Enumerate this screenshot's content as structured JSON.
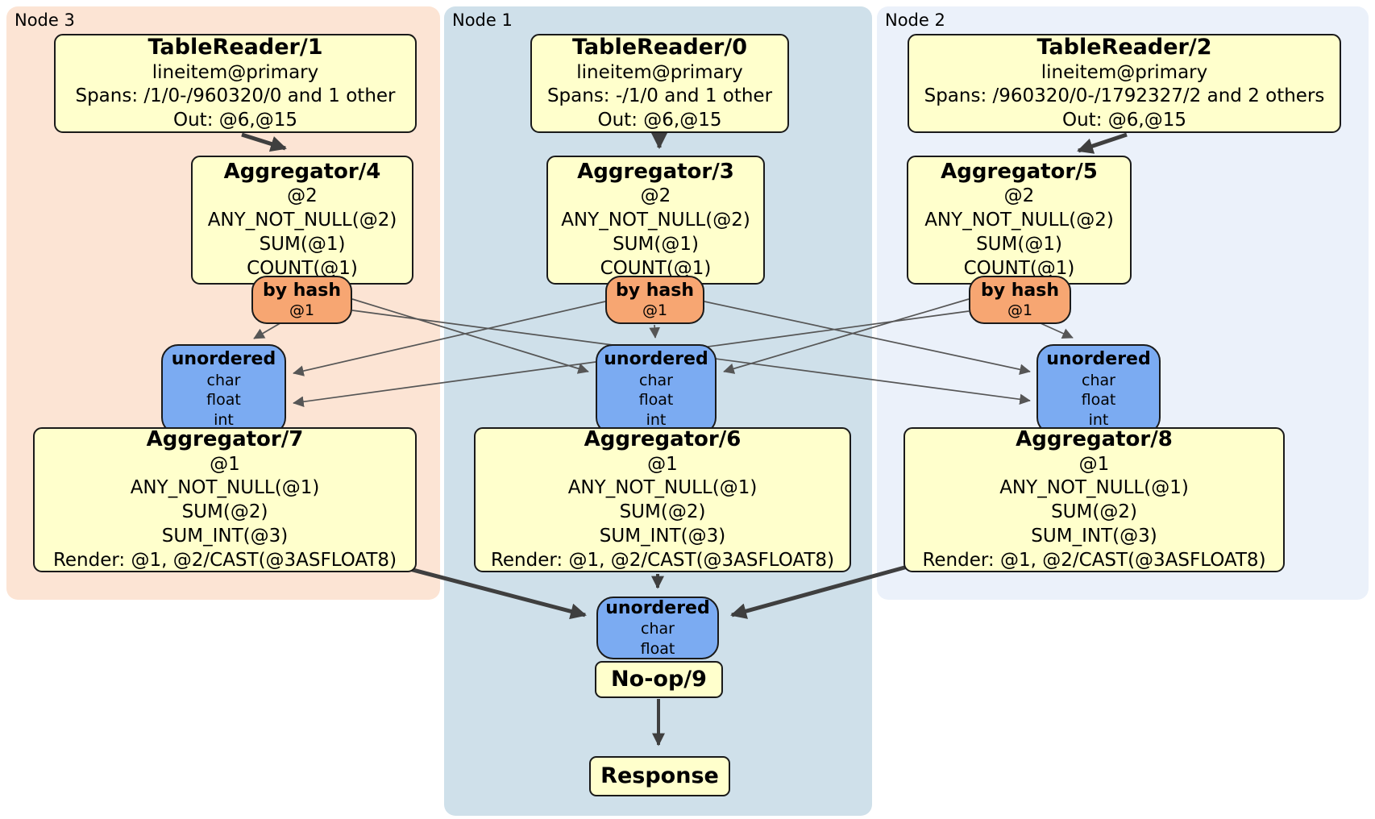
{
  "nodes": [
    {
      "label": "Node 3"
    },
    {
      "label": "Node 1"
    },
    {
      "label": "Node 2"
    }
  ],
  "boxes": {
    "tr1": {
      "title": "TableReader/1",
      "lines": [
        "lineitem@primary",
        "Spans: /1/0-/960320/0 and 1 other",
        "Out: @6,@15"
      ]
    },
    "tr0": {
      "title": "TableReader/0",
      "lines": [
        "lineitem@primary",
        "Spans: -/1/0 and 1 other",
        "Out: @6,@15"
      ]
    },
    "tr2": {
      "title": "TableReader/2",
      "lines": [
        "lineitem@primary",
        "Spans: /960320/0-/1792327/2 and 2 others",
        "Out: @6,@15"
      ]
    },
    "agg4": {
      "title": "Aggregator/4",
      "lines": [
        "@2",
        "ANY_NOT_NULL(@2)",
        "SUM(@1)",
        "COUNT(@1)"
      ]
    },
    "agg3": {
      "title": "Aggregator/3",
      "lines": [
        "@2",
        "ANY_NOT_NULL(@2)",
        "SUM(@1)",
        "COUNT(@1)"
      ]
    },
    "agg5": {
      "title": "Aggregator/5",
      "lines": [
        "@2",
        "ANY_NOT_NULL(@2)",
        "SUM(@1)",
        "COUNT(@1)"
      ]
    },
    "router4": {
      "title": "by hash",
      "lines": [
        "@1"
      ]
    },
    "router3": {
      "title": "by hash",
      "lines": [
        "@1"
      ]
    },
    "router5": {
      "title": "by hash",
      "lines": [
        "@1"
      ]
    },
    "sync3": {
      "title": "unordered",
      "lines": [
        "char",
        "float",
        "int"
      ]
    },
    "sync1": {
      "title": "unordered",
      "lines": [
        "char",
        "float",
        "int"
      ]
    },
    "sync2": {
      "title": "unordered",
      "lines": [
        "char",
        "float",
        "int"
      ]
    },
    "agg7": {
      "title": "Aggregator/7",
      "lines": [
        "@1",
        "ANY_NOT_NULL(@1)",
        "SUM(@2)",
        "SUM_INT(@3)",
        "Render: @1, @2/CAST(@3ASFLOAT8)"
      ]
    },
    "agg6": {
      "title": "Aggregator/6",
      "lines": [
        "@1",
        "ANY_NOT_NULL(@1)",
        "SUM(@2)",
        "SUM_INT(@3)",
        "Render: @1, @2/CAST(@3ASFLOAT8)"
      ]
    },
    "agg8": {
      "title": "Aggregator/8",
      "lines": [
        "@1",
        "ANY_NOT_NULL(@1)",
        "SUM(@2)",
        "SUM_INT(@3)",
        "Render: @1, @2/CAST(@3ASFLOAT8)"
      ]
    },
    "syncFinal": {
      "title": "unordered",
      "lines": [
        "char",
        "float"
      ]
    },
    "noop": {
      "title": "No-op/9"
    },
    "response": {
      "title": "Response"
    }
  },
  "colors": {
    "band-node3": "#fce4d4",
    "band-node1": "#cfe0ea",
    "band-node2": "#ebf1fa",
    "box-yellow": "#ffffcc",
    "box-orange": "#f7a672",
    "box-blue": "#7babf2",
    "edge-thin": "#565656",
    "edge-thick": "#3f3f3f"
  }
}
